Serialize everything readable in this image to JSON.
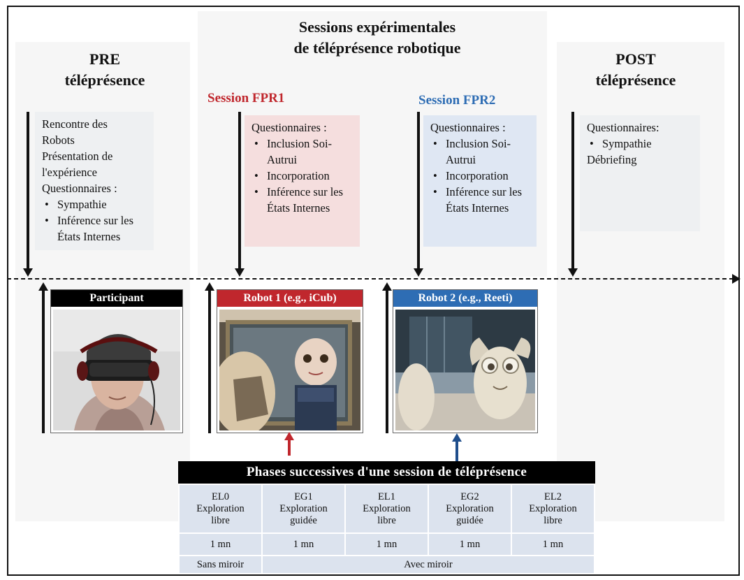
{
  "titles": {
    "center_line1": "Sessions expérimentales",
    "center_line2": "de téléprésence robotique",
    "pre_line1": "PRE",
    "pre_line2": "téléprésence",
    "post_line1": "POST",
    "post_line2": "téléprésence"
  },
  "sessions": {
    "fpr1": "Session FPR1",
    "fpr2": "Session FPR2"
  },
  "pre_box": {
    "lines": [
      "Rencontre des",
      "Robots",
      "Présentation de",
      "l'expérience",
      "Questionnaires :"
    ],
    "bullets": [
      "Sympathie",
      "Inférence sur les États Internes"
    ]
  },
  "fpr1_box": {
    "heading": "Questionnaires :",
    "bullets": [
      "Inclusion Soi-Autrui",
      "Incorporation",
      "Inférence sur les États Internes"
    ]
  },
  "fpr2_box": {
    "heading": "Questionnaires :",
    "bullets": [
      "Inclusion Soi-Autrui",
      "Incorporation",
      "Inférence sur les États Internes"
    ]
  },
  "post_box": {
    "heading": "Questionnaires:",
    "bullets": [
      "Sympathie"
    ],
    "tail": "Débriefing"
  },
  "cards": {
    "participant": "Participant",
    "robot1": "Robot 1 (e.g., iCub)",
    "robot2": "Robot 2 (e.g., Reeti)"
  },
  "colors": {
    "fpr1": "#c0272d",
    "fpr2": "#2e6db4",
    "fpr1_box": "#f5dede",
    "fpr2_box": "#dfe7f3",
    "neutral_box": "#eef0f2",
    "table_cell": "#dce3ee",
    "robot1_arrow": "#c0272d",
    "robot2_arrow": "#1f4e8c"
  },
  "phases": {
    "title": "Phases successives  d'une session de téléprésence",
    "columns": [
      {
        "code": "EL0",
        "line1": "Exploration",
        "line2": "libre",
        "duration": "1 mn"
      },
      {
        "code": "EG1",
        "line1": "Exploration",
        "line2": "guidée",
        "duration": "1 mn"
      },
      {
        "code": "EL1",
        "line1": "Exploration",
        "line2": "libre",
        "duration": "1 mn"
      },
      {
        "code": "EG2",
        "line1": "Exploration",
        "line2": "guidée",
        "duration": "1 mn"
      },
      {
        "code": "EL2",
        "line1": "Exploration",
        "line2": "libre",
        "duration": "1 mn"
      }
    ],
    "mirror_off": "Sans miroir",
    "mirror_on": "Avec miroir"
  }
}
